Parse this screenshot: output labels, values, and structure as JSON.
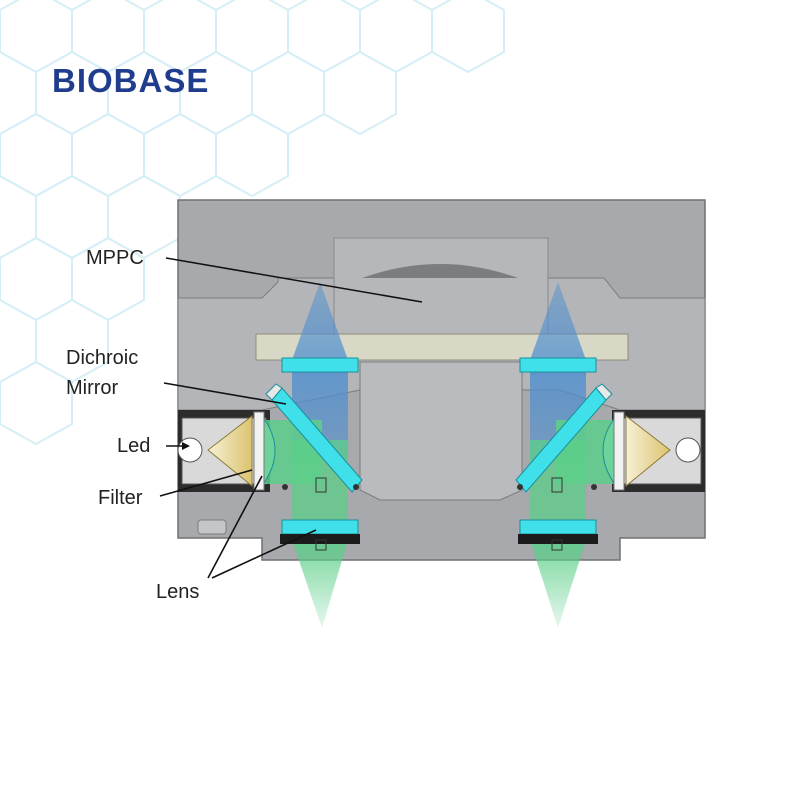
{
  "brand": {
    "name": "BIOBASE",
    "color": "#1f3d8c"
  },
  "labels": {
    "mppc": "MPPC",
    "dichroic": "Dichroic",
    "mirror": "Mirror",
    "led": "Led",
    "filter": "Filter",
    "lens": "Lens"
  },
  "colors": {
    "housing": "#a7a9ac",
    "housing_dark": "#8c8e91",
    "excitation_light": "#5ccf8a",
    "emission_light": "#4f8fcf",
    "optic_cyan": "#3fe0ea",
    "led_yellow": "#e9d78f",
    "hexagon": "#d6eef6"
  }
}
